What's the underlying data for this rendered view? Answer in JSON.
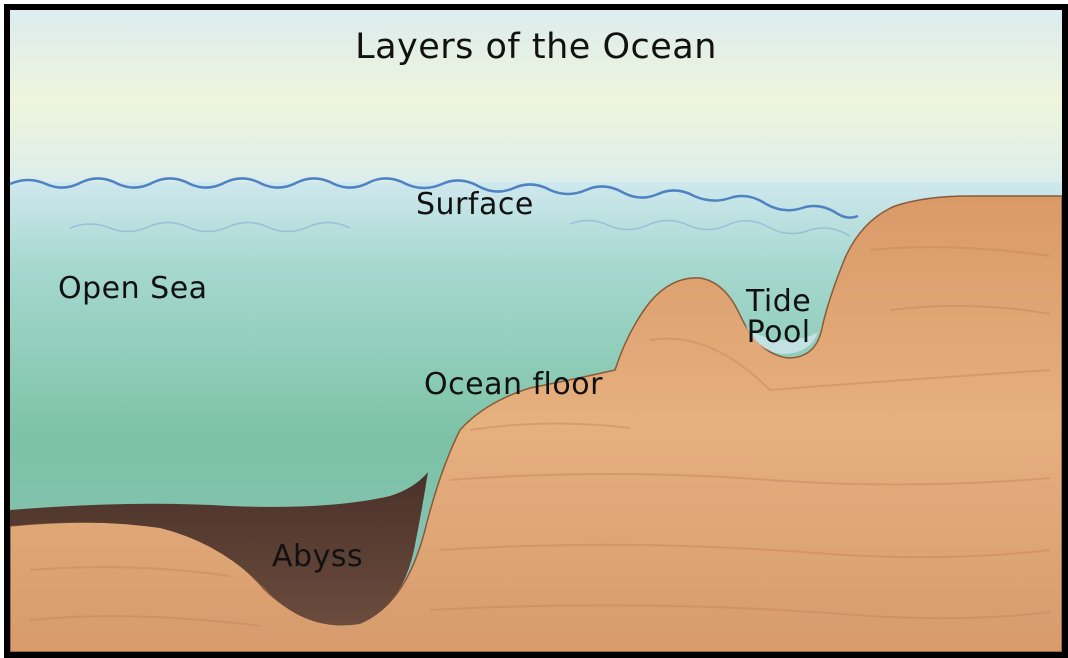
{
  "title": "Layers of the Ocean",
  "labels": {
    "surface": "Surface",
    "open_sea": "Open Sea",
    "ocean_floor": "Ocean floor",
    "tide": "Tide",
    "pool": "Pool",
    "abyss": "Abyss"
  },
  "colors": {
    "sky": "#e6f2ea",
    "water_top": "#c9e6ea",
    "water_deep": "#7fc2a8",
    "wave_line": "#4f82c3",
    "sand_light": "#e3aa78",
    "sand_dark": "#c98a5b",
    "abyss": "#5a4035",
    "border": "#000000"
  }
}
